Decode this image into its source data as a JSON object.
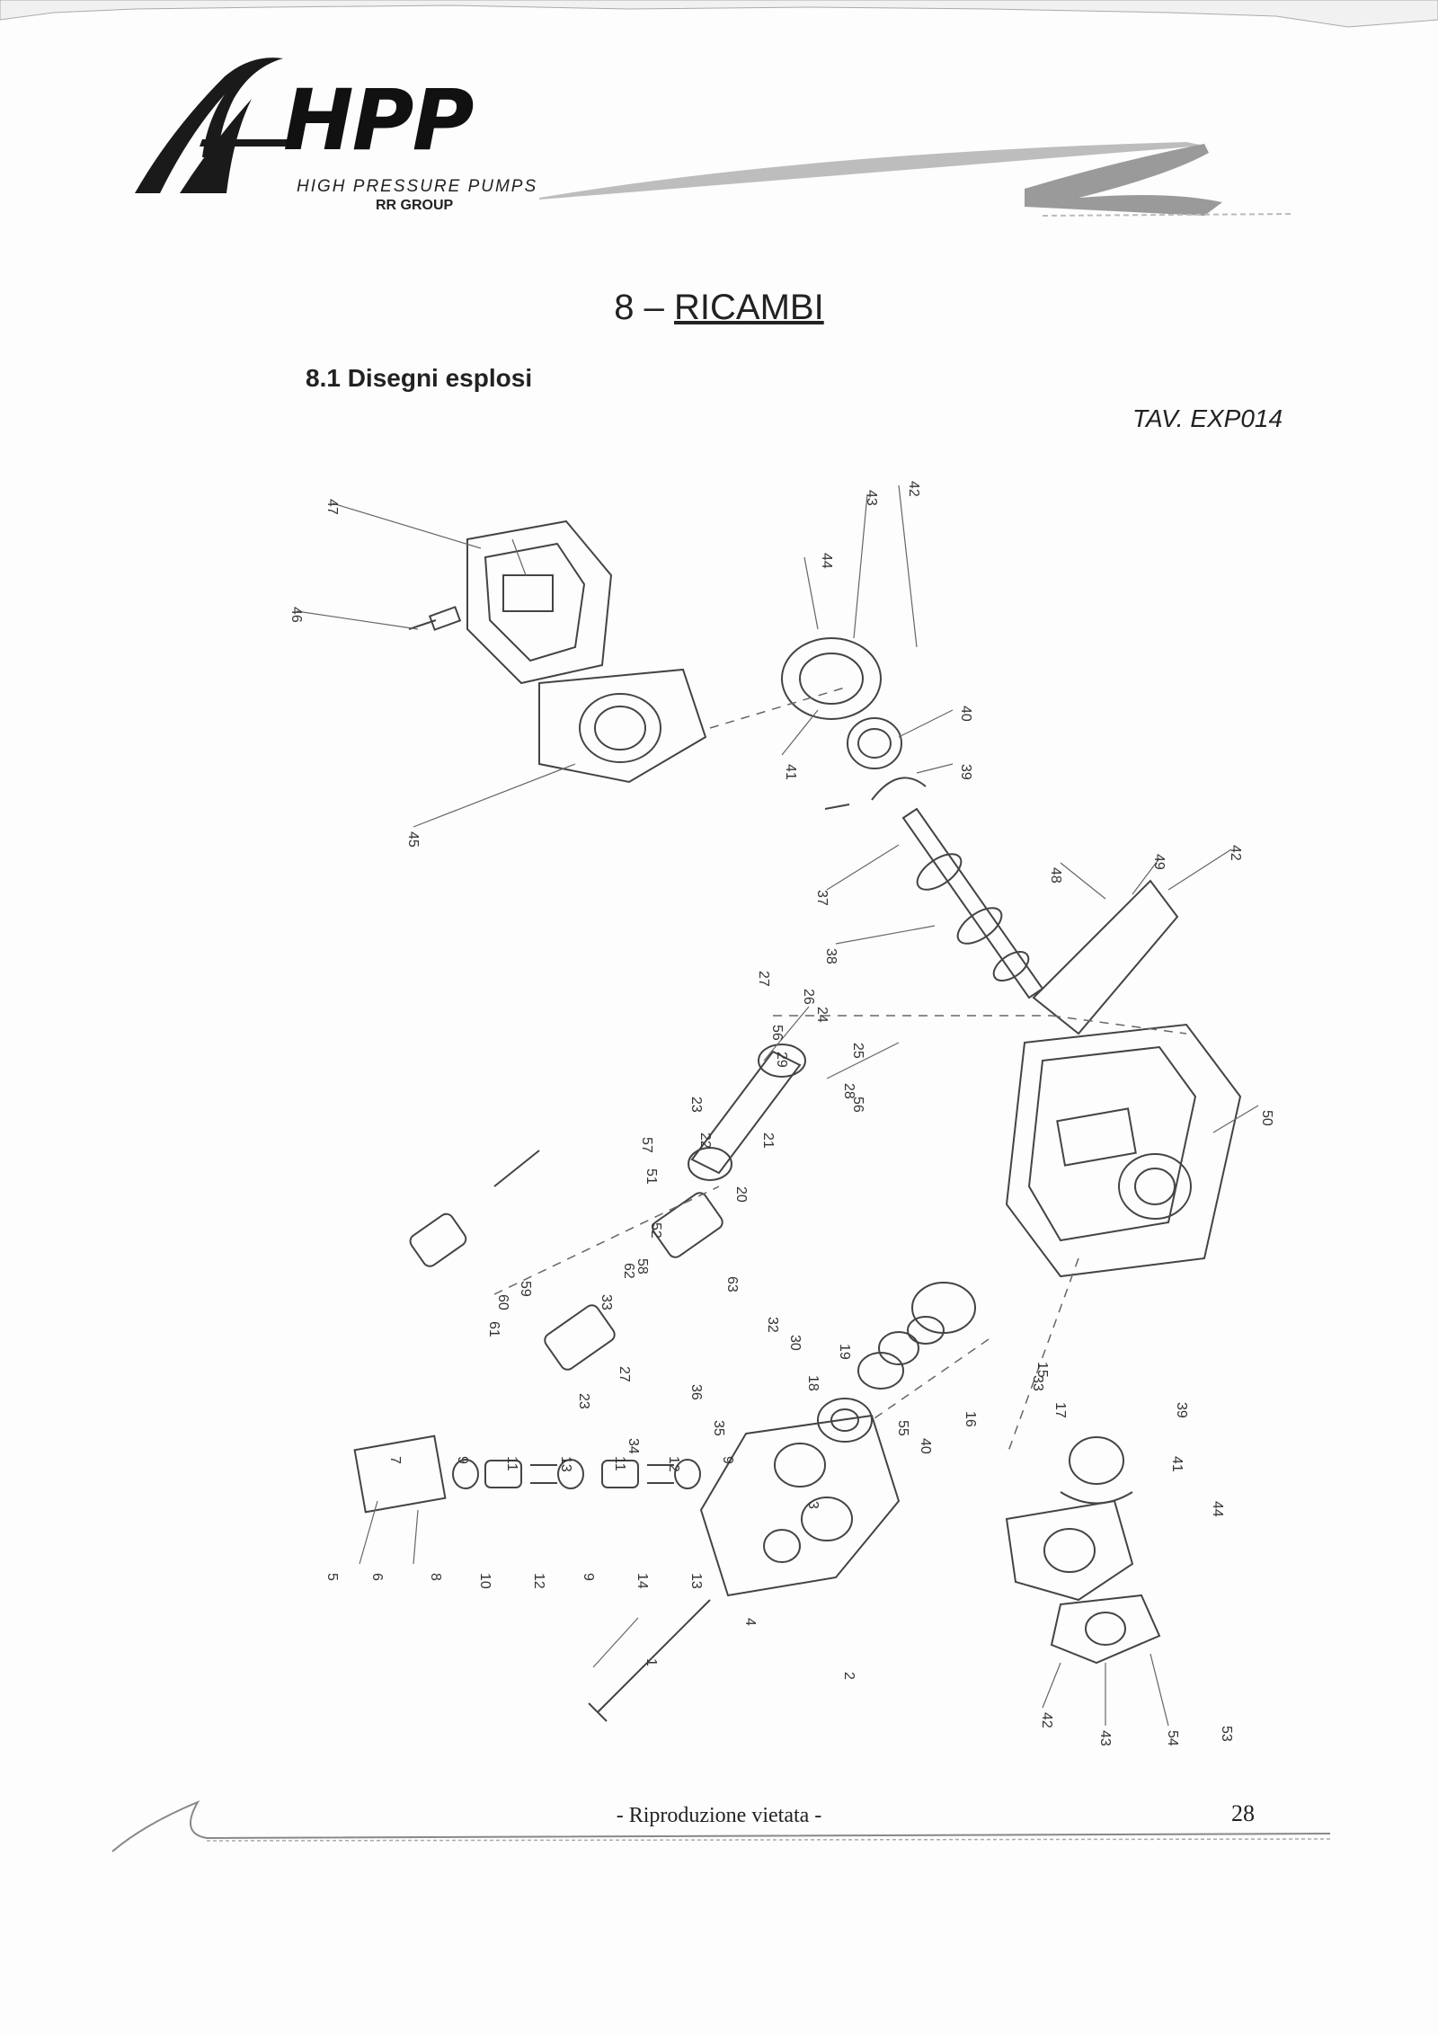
{
  "header": {
    "brand": "HPP",
    "tagline": "HIGH PRESSURE PUMPS",
    "group": "RR GROUP",
    "logo_icon": "hpp-flame-logo",
    "accent_color": "#1a1a1a"
  },
  "chapter": {
    "number": "8 –",
    "title": "RICAMBI"
  },
  "section": {
    "title": "8.1 Disegni esplosi"
  },
  "table_ref": "TAV. EXP014",
  "drawing": {
    "icon": "exploded-pump-drawing",
    "part_numbers": [
      "47",
      "46",
      "45",
      "44",
      "43",
      "42",
      "41",
      "40",
      "39",
      "37",
      "38",
      "48",
      "49",
      "42",
      "50",
      "24",
      "25",
      "26",
      "27",
      "56",
      "28",
      "29",
      "56",
      "23",
      "22",
      "21",
      "20",
      "57",
      "51",
      "52",
      "58",
      "33",
      "59",
      "60",
      "61",
      "62",
      "63",
      "32",
      "30",
      "27",
      "23",
      "35",
      "36",
      "34",
      "33",
      "19",
      "18",
      "15",
      "17",
      "16",
      "55",
      "40",
      "39",
      "41",
      "44",
      "7",
      "9",
      "11",
      "13",
      "11",
      "12",
      "9",
      "5",
      "6",
      "8",
      "10",
      "12",
      "9",
      "14",
      "13",
      "3",
      "4",
      "1",
      "2",
      "42",
      "43",
      "54",
      "53"
    ]
  },
  "footer": {
    "note": "- Riproduzione vietata -",
    "page": "28"
  }
}
